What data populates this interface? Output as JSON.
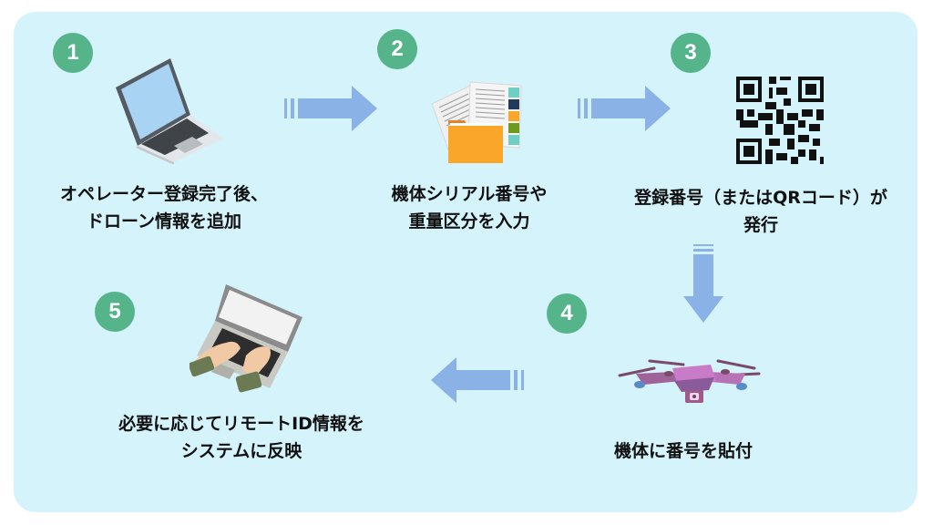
{
  "diagram": {
    "colors": {
      "background": "#d4f3fb",
      "badge": "#56b48a",
      "arrow": "#8bb2e6",
      "text": "#111111"
    },
    "steps": [
      {
        "number": "1",
        "icon": "laptop-icon",
        "lines": [
          "オペレーター登録完了後、",
          "ドローン情報を追加"
        ]
      },
      {
        "number": "2",
        "icon": "documents-folder-icon",
        "lines": [
          "機体シリアル番号や",
          "重量区分を入力"
        ]
      },
      {
        "number": "3",
        "icon": "qr-code-icon",
        "lines": [
          "登録番号（またはQRコード）が",
          "発行"
        ]
      },
      {
        "number": "4",
        "icon": "drone-icon",
        "lines": [
          "機体に番号を貼付"
        ]
      },
      {
        "number": "5",
        "icon": "typing-laptop-icon",
        "lines": [
          "必要に応じてリモートID情報を",
          "システムに反映"
        ]
      }
    ],
    "arrows": [
      {
        "from": "1",
        "to": "2",
        "direction": "right"
      },
      {
        "from": "2",
        "to": "3",
        "direction": "right"
      },
      {
        "from": "3",
        "to": "4",
        "direction": "down"
      },
      {
        "from": "4",
        "to": "5",
        "direction": "left"
      }
    ]
  }
}
